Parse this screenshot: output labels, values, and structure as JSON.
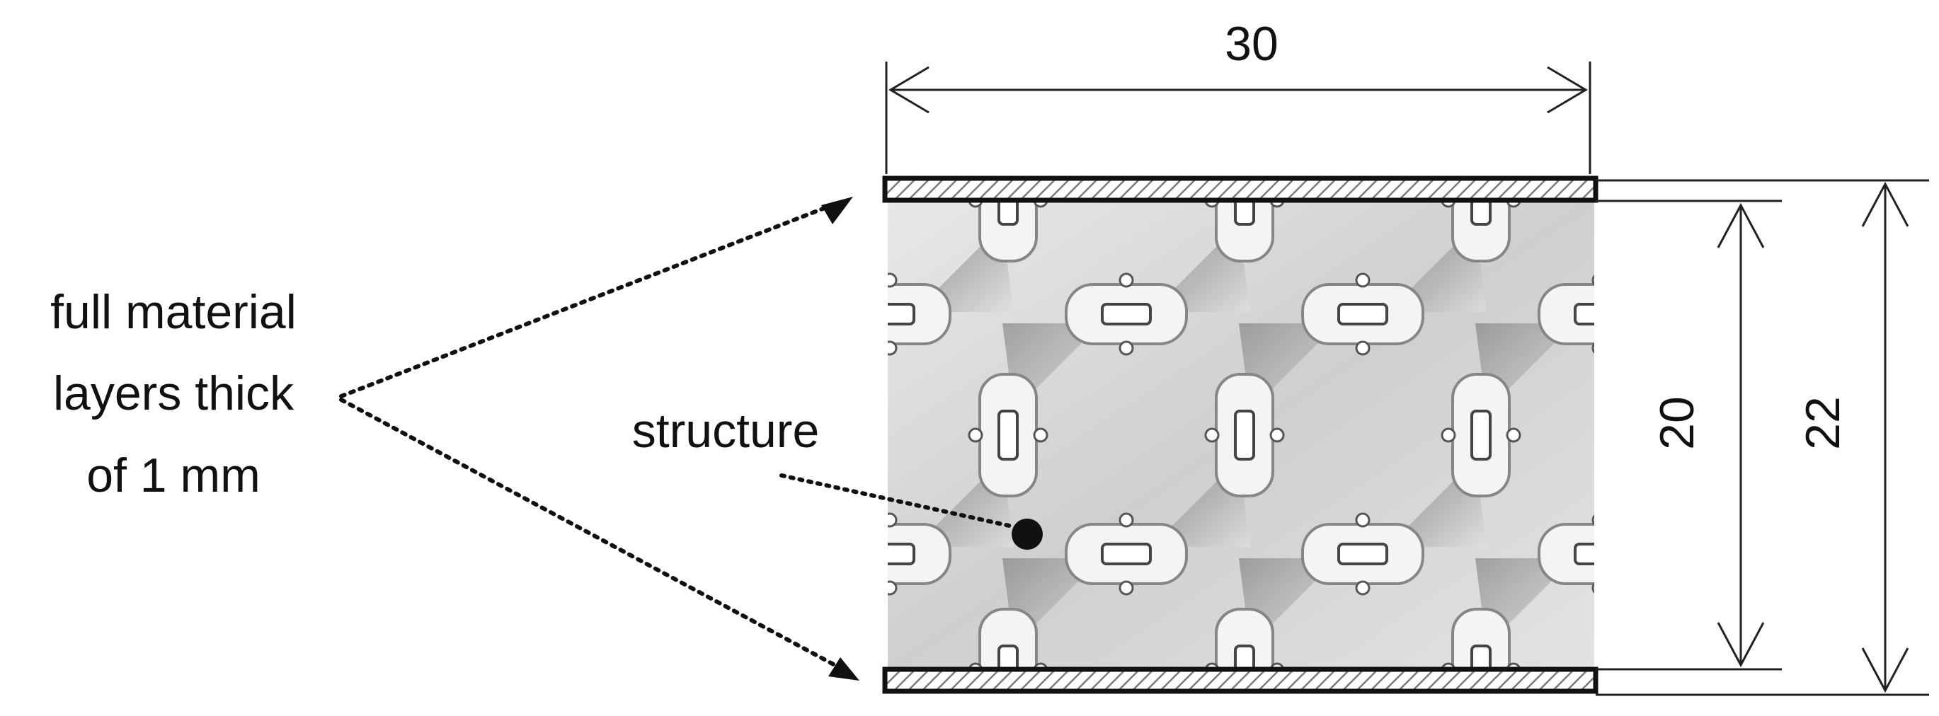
{
  "annotations": {
    "width_value": "30",
    "inner_height_value": "20",
    "total_height_value": "22",
    "face_layer_label_line1": "full material",
    "face_layer_label_line2": "layers thick",
    "face_layer_label_line3": "of 1 mm",
    "core_label": "structure"
  },
  "colors": {
    "line": "#111111",
    "core_fill": "#d7d7d7",
    "core_light": "#efefef",
    "core_shadow": "#8d8d8d",
    "hatch": "#777777"
  }
}
